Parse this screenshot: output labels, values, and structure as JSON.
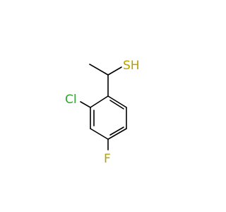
{
  "molecule": {
    "atoms": {
      "sulfur": {
        "label": "SH",
        "color": "#b5a200"
      },
      "chlorine": {
        "label": "Cl",
        "color": "#2ea82e"
      },
      "fluorine": {
        "label": "F",
        "color": "#b5a200"
      }
    },
    "bond_color": "#000000",
    "background": "#ffffff"
  }
}
